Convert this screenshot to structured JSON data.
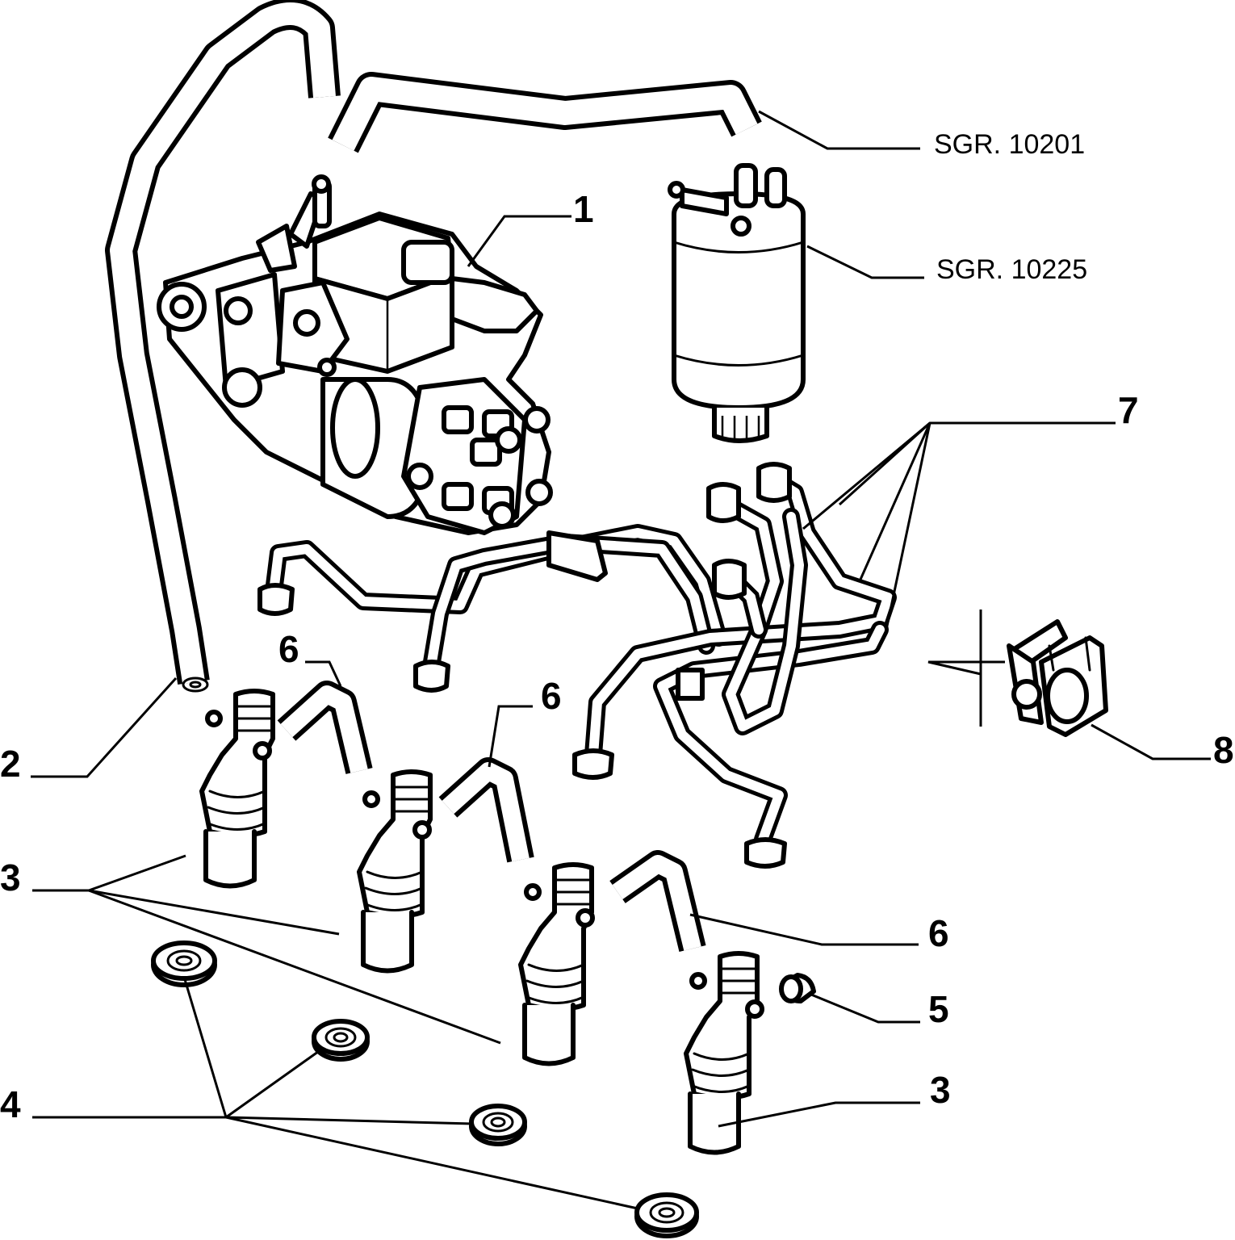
{
  "callouts": {
    "c1": "1",
    "c2": "2",
    "c3a": "3",
    "c3b": "3",
    "c4": "4",
    "c5": "5",
    "c6a": "6",
    "c6b": "6",
    "c6c": "6",
    "c7": "7",
    "c8": "8"
  },
  "references": {
    "ref_a": "SGR. 10201",
    "ref_b": "SGR. 10225"
  }
}
